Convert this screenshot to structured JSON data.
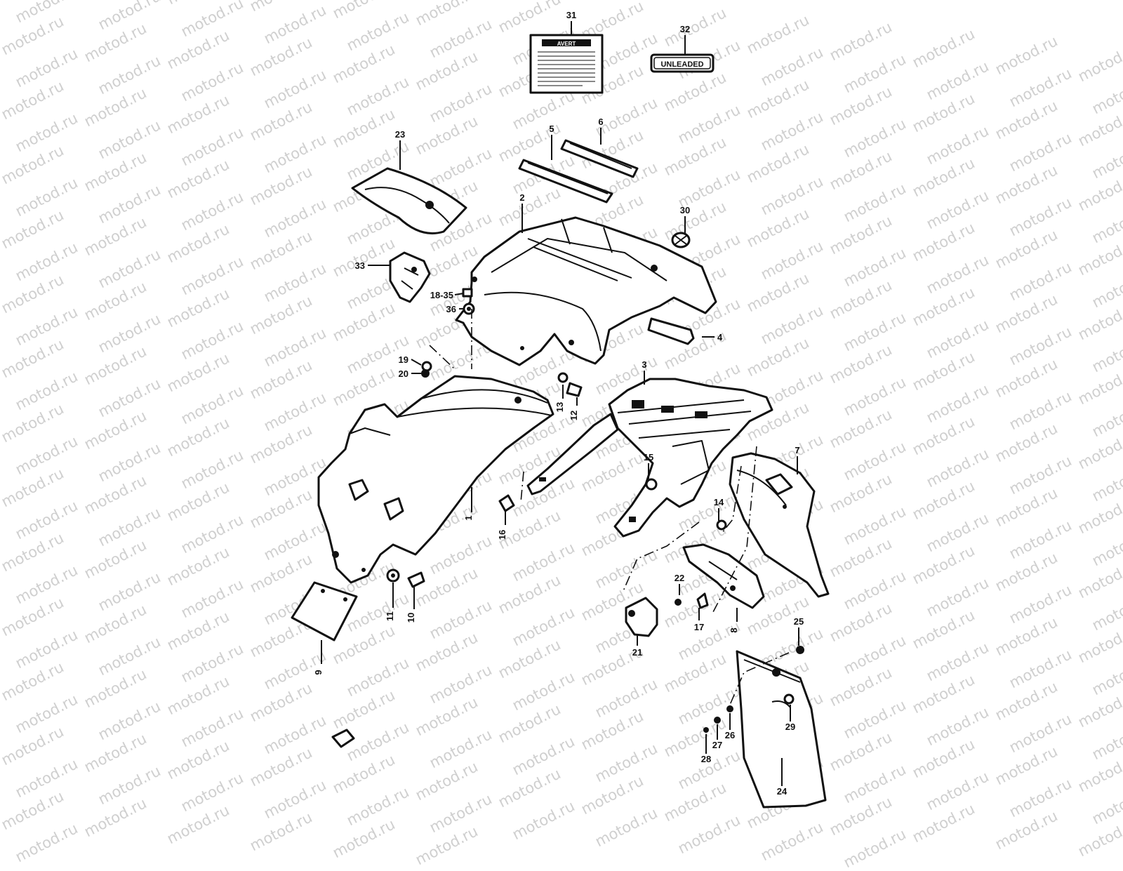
{
  "watermark": "motod.ru",
  "label_texts": {
    "warning_title": "AVERT",
    "unleaded": "UNLEADED"
  },
  "parts": [
    "1",
    "2",
    "3",
    "4",
    "5",
    "6",
    "7",
    "8",
    "9",
    "10",
    "11",
    "12",
    "13",
    "14",
    "15",
    "16",
    "17",
    "18",
    "19",
    "20",
    "21",
    "22",
    "23",
    "24",
    "25",
    "26",
    "27",
    "28",
    "29",
    "30",
    "31",
    "32",
    "33",
    "35",
    "36"
  ],
  "callouts": {
    "p31": "31",
    "p32": "32",
    "p5": "5",
    "p6_top": "6",
    "p23": "23",
    "p2": "2",
    "p30": "30",
    "p33": "33",
    "p18_35": "18-35",
    "p36": "36",
    "p4": "4",
    "p19": "19",
    "p20": "20",
    "p3": "3",
    "p13": "13",
    "p12": "12",
    "p7": "7",
    "p15": "15",
    "p14": "14",
    "p1": "1",
    "p16": "16",
    "p11": "11",
    "p10": "10",
    "p9": "9",
    "p22": "22",
    "p17": "17",
    "p8": "8",
    "p21": "21",
    "p25": "25",
    "p29": "29",
    "p26": "26",
    "p27": "27",
    "p28": "28",
    "p24": "24"
  }
}
